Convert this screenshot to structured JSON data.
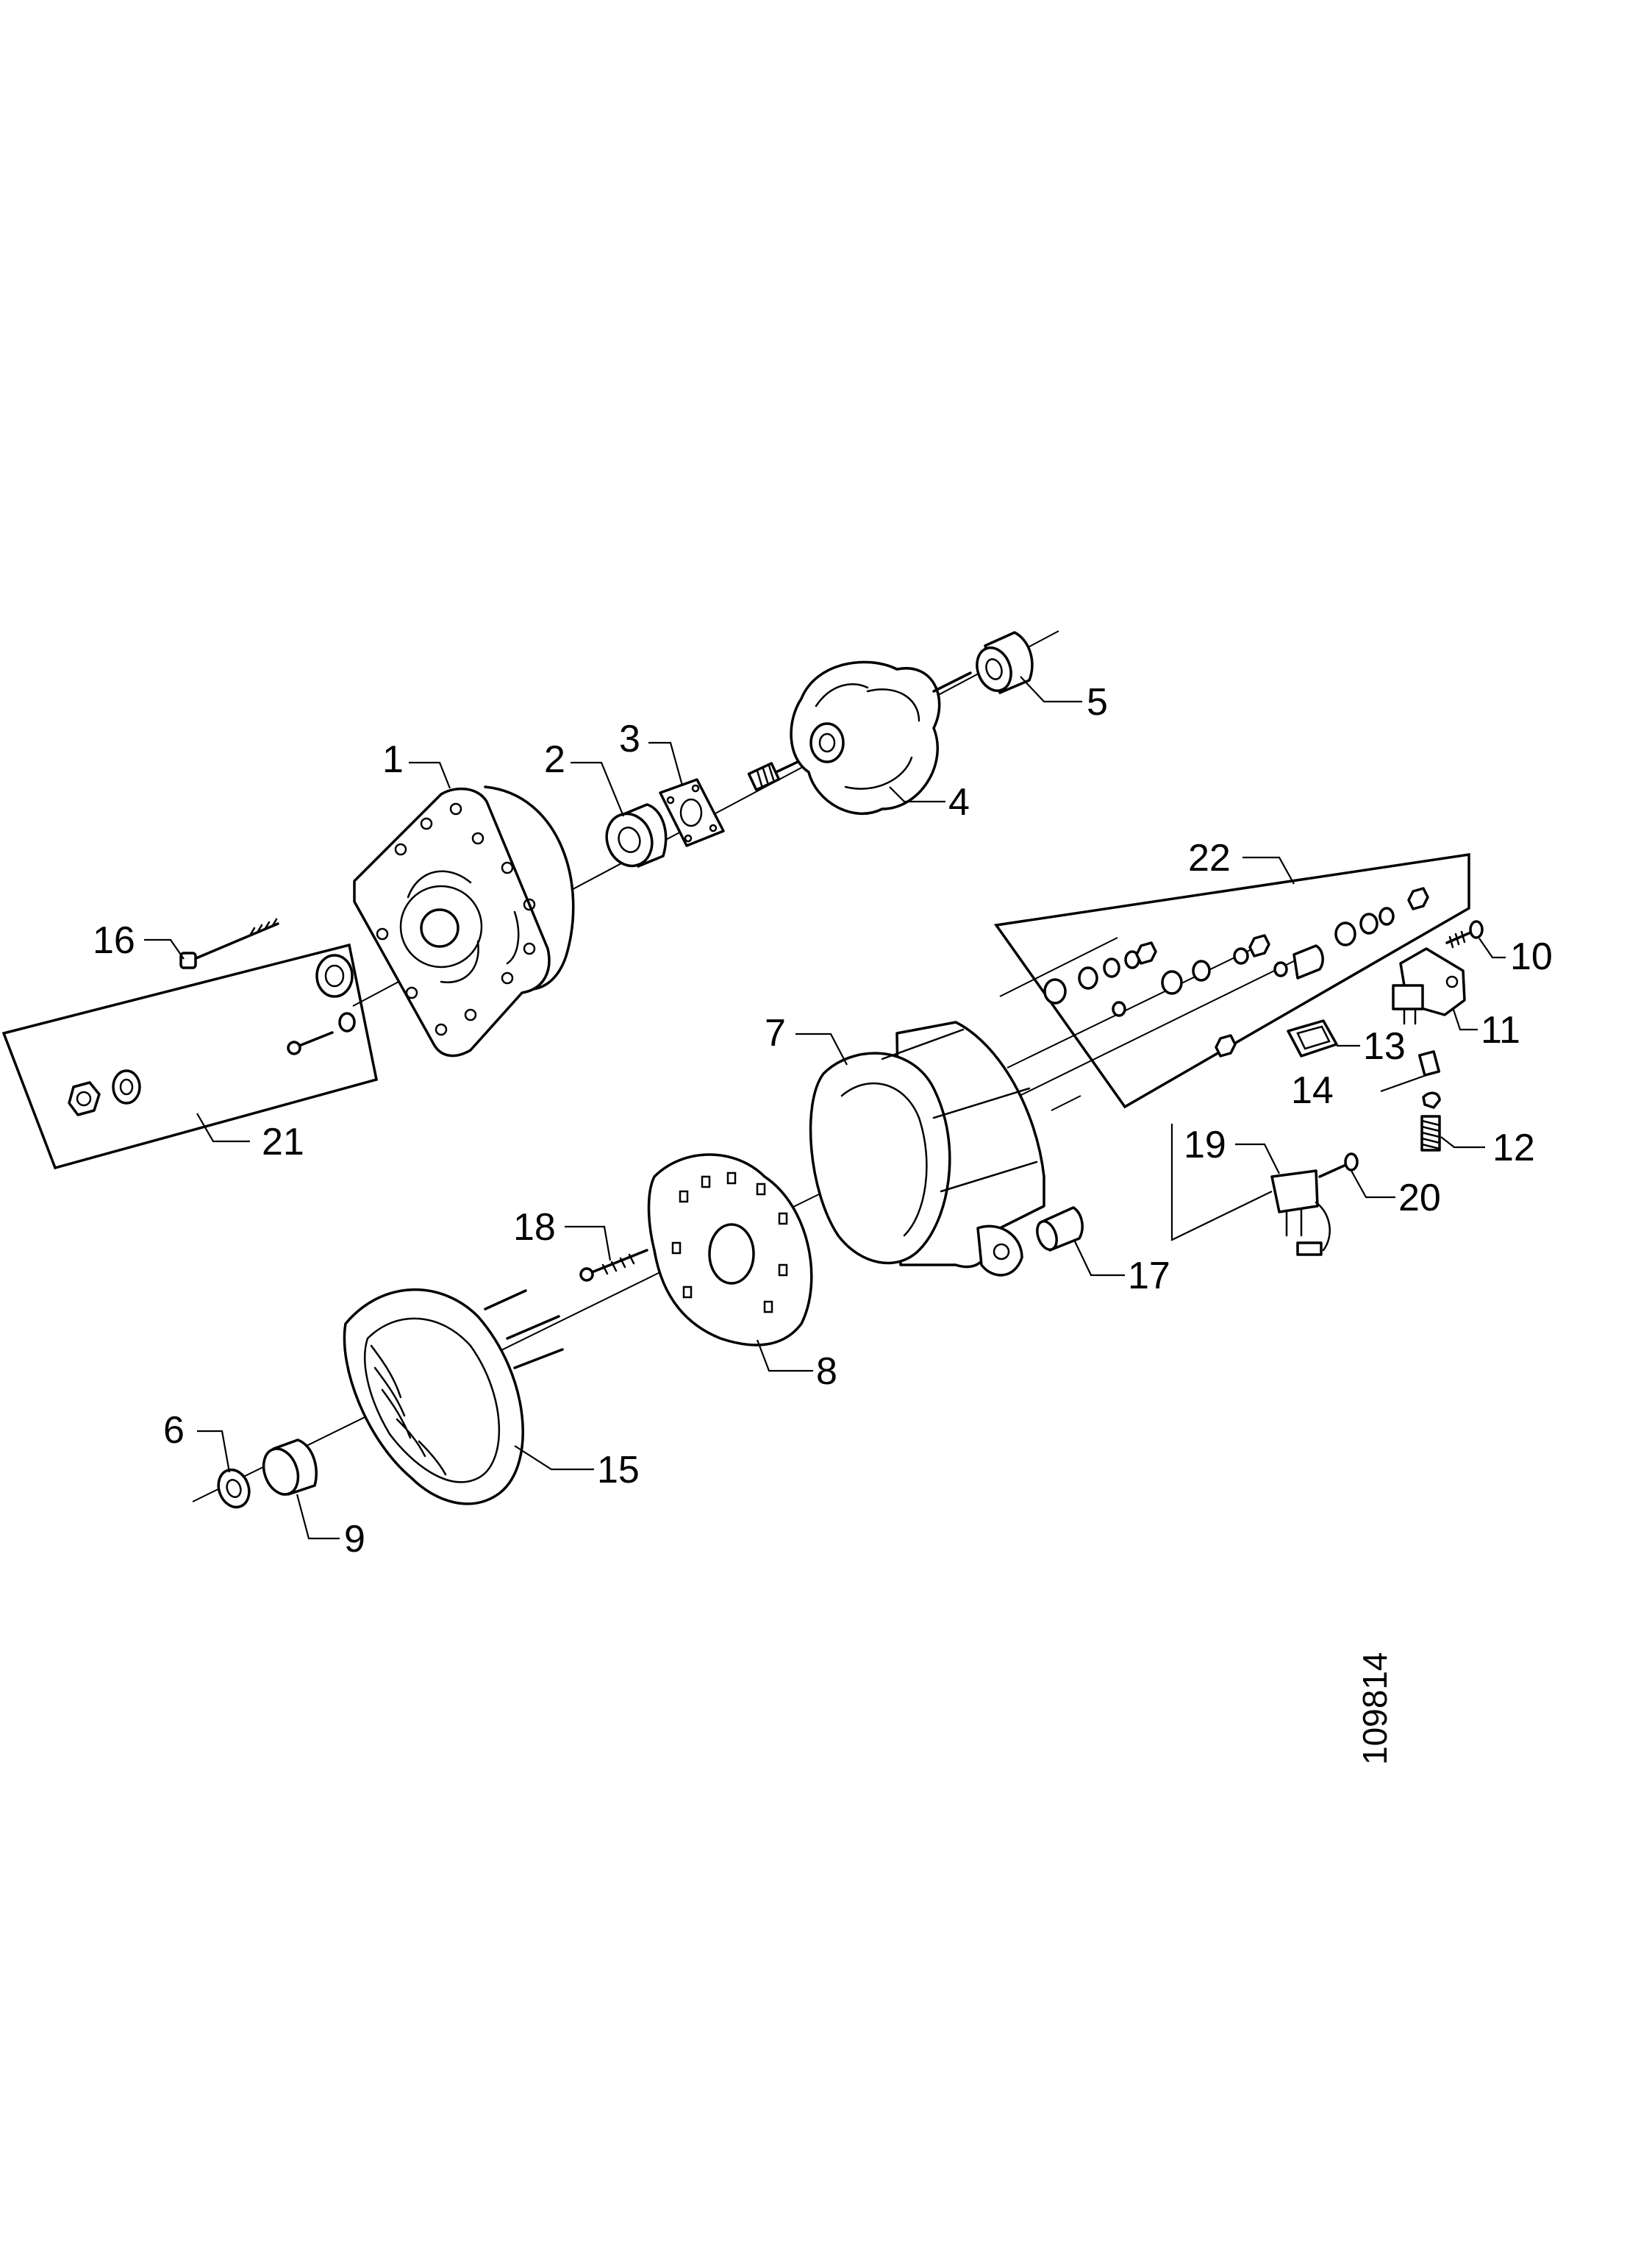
{
  "diagram": {
    "callouts": [
      {
        "id": "c1",
        "label": "1"
      },
      {
        "id": "c2",
        "label": "2"
      },
      {
        "id": "c3",
        "label": "3"
      },
      {
        "id": "c4",
        "label": "4"
      },
      {
        "id": "c5",
        "label": "5"
      },
      {
        "id": "c6",
        "label": "6"
      },
      {
        "id": "c7",
        "label": "7"
      },
      {
        "id": "c8",
        "label": "8"
      },
      {
        "id": "c9",
        "label": "9"
      },
      {
        "id": "c10",
        "label": "10"
      },
      {
        "id": "c11",
        "label": "11"
      },
      {
        "id": "c12",
        "label": "12"
      },
      {
        "id": "c13",
        "label": "13"
      },
      {
        "id": "c14",
        "label": "14"
      },
      {
        "id": "c15",
        "label": "15"
      },
      {
        "id": "c16",
        "label": "16"
      },
      {
        "id": "c17",
        "label": "17"
      },
      {
        "id": "c18",
        "label": "18"
      },
      {
        "id": "c19",
        "label": "19"
      },
      {
        "id": "c20",
        "label": "20"
      },
      {
        "id": "c21",
        "label": "21"
      },
      {
        "id": "c22",
        "label": "22"
      }
    ],
    "document_number": "109814"
  }
}
